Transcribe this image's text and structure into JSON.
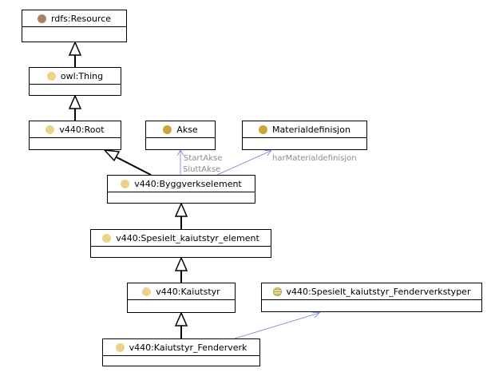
{
  "colors": {
    "resource_dot": "#a58469",
    "class_dot_light": "#ead48b",
    "class_dot_gold": "#c9a73a",
    "enum_dot": "#e9dc9a",
    "association_edge": "#6f82d8",
    "edge_label": "#8c8c8c"
  },
  "classes": {
    "rdfs_resource": {
      "label": "rdfs:Resource",
      "icon": "class-dot-brown"
    },
    "owl_thing": {
      "label": "owl:Thing",
      "icon": "class-dot-light"
    },
    "root": {
      "label": "v440:Root",
      "icon": "class-dot-light"
    },
    "akse": {
      "label": "Akse",
      "icon": "class-dot-gold"
    },
    "materialdefinisjon": {
      "label": "Materialdefinisjon",
      "icon": "class-dot-gold"
    },
    "byggverkselement": {
      "label": "v440:Byggverkselement",
      "icon": "class-dot-light"
    },
    "spesielt_kaiutstyr_element": {
      "label": "v440:Spesielt_kaiutstyr_element",
      "icon": "class-dot-light"
    },
    "kaiutstyr": {
      "label": "v440:Kaiutstyr",
      "icon": "class-dot-light"
    },
    "fenderverkstyper": {
      "label": "v440:Spesielt_kaiutstyr_Fenderverkstyper",
      "icon": "enum-dot-striped"
    },
    "kaiutstyr_fenderverk": {
      "label": "v440:Kaiutstyr_Fenderverk",
      "icon": "class-dot-light"
    }
  },
  "edges": {
    "start_akse": "StartAkse",
    "slutt_akse": "SluttAkse",
    "har_materialdefinisjon": "harMaterialdefinisjon"
  }
}
